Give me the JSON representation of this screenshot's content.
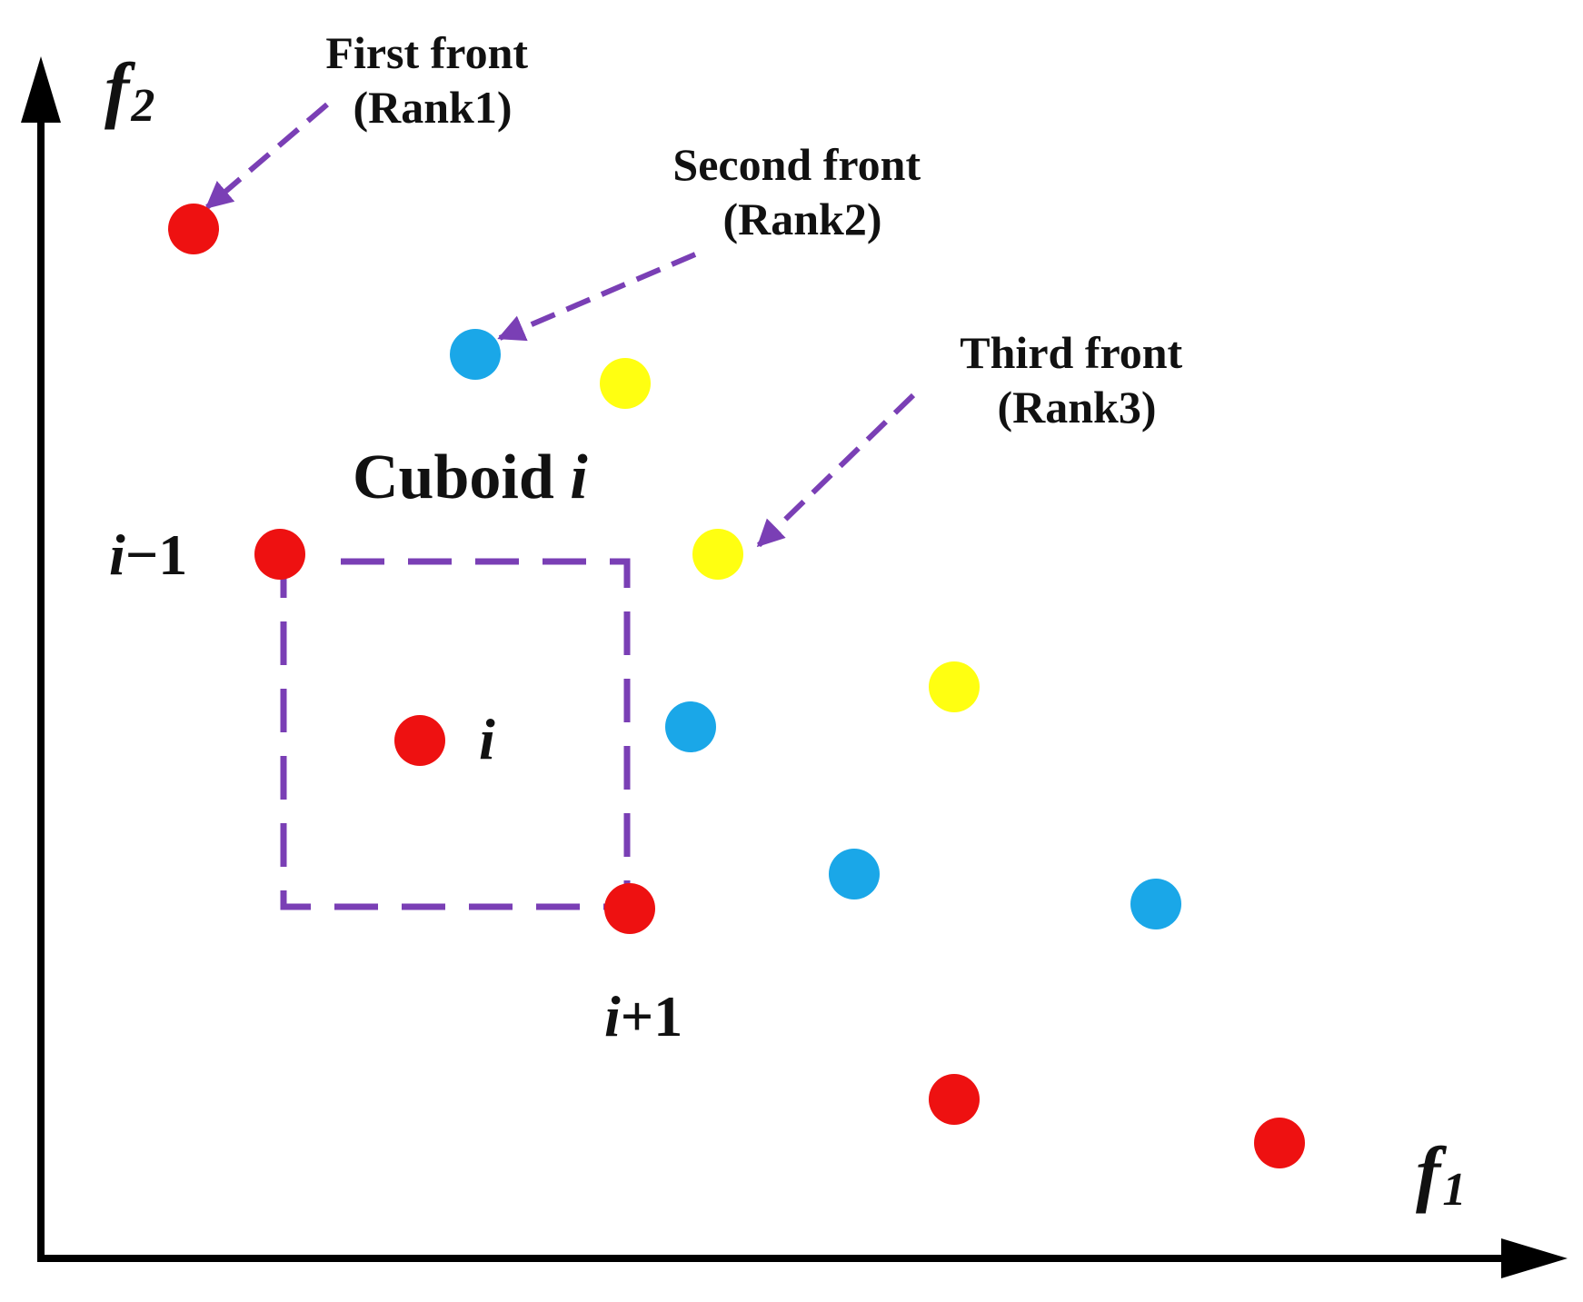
{
  "axes": {
    "x_label": {
      "main": "f",
      "sub": "1"
    },
    "y_label": {
      "main": "f",
      "sub": "2"
    }
  },
  "colors": {
    "rank1": "#ee1111",
    "rank2": "#1aa7e8",
    "rank3": "#ffff11",
    "annotation": "#7a3fb5",
    "axis": "#000000"
  },
  "fronts": [
    {
      "id": "rank1",
      "line1": "First  front",
      "line2": "(Rank1)"
    },
    {
      "id": "rank2",
      "line1": "Second  front",
      "line2": "(Rank2)"
    },
    {
      "id": "rank3",
      "line1": "Third  front",
      "line2": "(Rank3)"
    }
  ],
  "cuboid": {
    "title_main": "Cuboid ",
    "title_var": "i"
  },
  "point_labels": {
    "prev": {
      "var": "i",
      "rest": "−1"
    },
    "current": {
      "var": "i",
      "rest": ""
    },
    "next": {
      "var": "i",
      "rest": "+1"
    }
  }
}
